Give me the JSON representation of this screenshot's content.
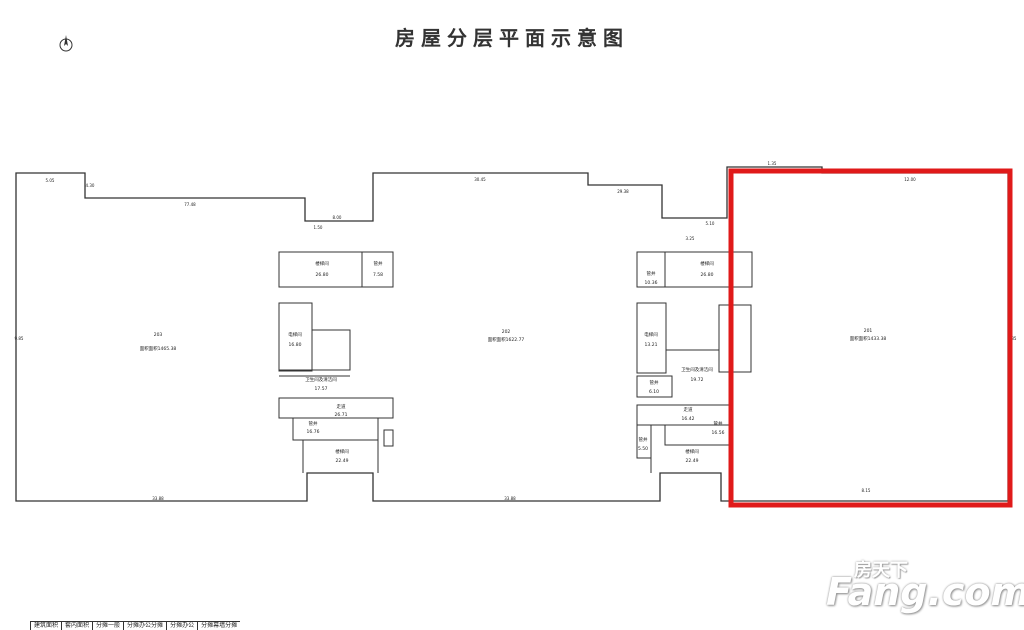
{
  "title": "房屋分层平面示意图",
  "watermark": {
    "top": "房天下",
    "main": "Fang.com"
  },
  "plan": {
    "left_hall": {
      "line1": "203",
      "line2": "面积面积1465.38"
    },
    "center_hall": {
      "line1": "202",
      "line2": "面积面积1622.77"
    },
    "right_hall": {
      "line1": "201",
      "line2": "面积面积1433.38"
    },
    "core_left": {
      "stair_top": "楼梯间",
      "stair_top_area": "26.80",
      "shaft_top": "管井",
      "shaft_top_area": "7.58",
      "elevator": "电梯间",
      "elevator_area": "16.80",
      "toilet": "卫生间及清洁间",
      "toilet_area": "17.57",
      "corridor": "走道",
      "corridor_area": "26.71",
      "shaft_mid": "管井",
      "shaft_mid_area": "16.76",
      "stair_bottom": "楼梯间",
      "stair_bottom_area": "22.49"
    },
    "core_right": {
      "shaft_top": "管井",
      "shaft_top_area": "10.36",
      "stair_top": "楼梯间",
      "stair_top_area": "26.80",
      "elevator": "电梯间",
      "elevator_area": "13.21",
      "toilet": "卫生间及清洁间",
      "toilet_area": "19.72",
      "shaft_small": "管井",
      "shaft_small_area": "6.10",
      "corridor": "走道",
      "corridor_area": "16.42",
      "shaft_mid": "管井",
      "shaft_mid_area": "16.56",
      "shaft_left": "管井",
      "shaft_left_area": "5.50",
      "stair_bottom": "楼梯间",
      "stair_bottom_area": "22.49"
    },
    "dims": {
      "d1": "5.05",
      "d2": "77.48",
      "d3": "4.30",
      "d4": "1.50",
      "d5": "8.00",
      "d6": "30.45",
      "d7": "29.38",
      "d8": "12.00",
      "d9": "1.35",
      "d10": "33.88",
      "d11": "8.15",
      "d12": "9.85",
      "d13": "3.25",
      "d14": "5.10"
    }
  },
  "highlight_color": "#e01a1a",
  "bottom_table": [
    "建筑面积",
    "套内面积",
    "分摊一般",
    "分摊办公分摊",
    "分摊办公",
    "分摊幕墙分摊"
  ]
}
